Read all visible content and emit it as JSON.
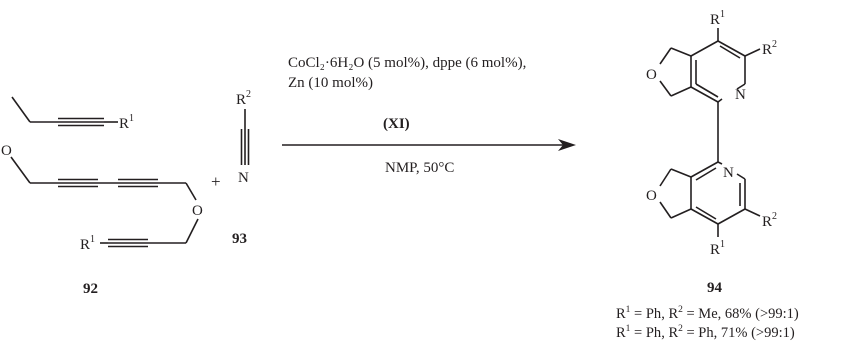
{
  "reagents": {
    "catalyst_line": "CoCl₂·6H₂O (5 mol%), dppe (6 mol%),",
    "reductant_line": "Zn (10 mol%)",
    "additive_label": "(XI)",
    "conditions": "NMP, 50°C"
  },
  "compounds": {
    "triyne": {
      "number": "92",
      "substituent": "R1"
    },
    "nitrile": {
      "number": "93",
      "substituent": "R2",
      "heteroatom": "N"
    },
    "product": {
      "number": "94"
    }
  },
  "atoms": {
    "oxygen": "O",
    "nitrogen": "N",
    "plus": "+"
  },
  "results": [
    {
      "r1": "Ph",
      "r2": "Me",
      "yield": "68%",
      "ratio": "(>99:1)"
    },
    {
      "r1": "Ph",
      "r2": "Ph",
      "yield": "71%",
      "ratio": "(>99:1)"
    }
  ]
}
